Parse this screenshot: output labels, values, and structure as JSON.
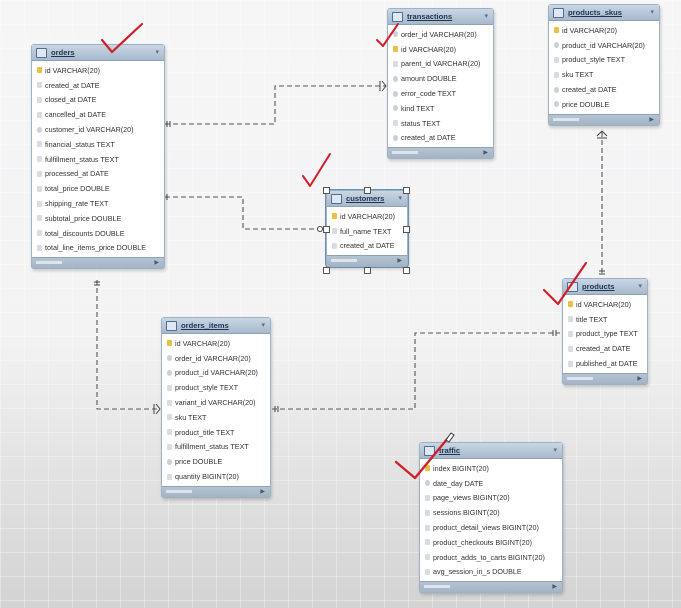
{
  "diagram": {
    "type": "er-diagram",
    "colors": {
      "header_bg": "#a7b9cc",
      "border": "#9fb1c4",
      "link": "#555555",
      "checkmark": "#d0202a",
      "pk_key": "#e7c244"
    },
    "tables": {
      "orders": {
        "name": "orders",
        "columns": [
          "id VARCHAR(20)",
          "created_at DATE",
          "closed_at DATE",
          "cancelled_at DATE",
          "customer_id VARCHAR(20)",
          "financial_status TEXT",
          "fulfillment_status TEXT",
          "processed_at DATE",
          "total_price DOUBLE",
          "shipping_rate TEXT",
          "subtotal_price DOUBLE",
          "total_discounts DOUBLE",
          "total_line_items_price DOUBLE"
        ]
      },
      "transactions": {
        "name": "transactions",
        "columns": [
          "order_id VARCHAR(20)",
          "id VARCHAR(20)",
          "parent_id VARCHAR(20)",
          "amount DOUBLE",
          "error_code TEXT",
          "kind TEXT",
          "status TEXT",
          "created_at DATE"
        ]
      },
      "products_skus": {
        "name": "products_skus",
        "columns": [
          "id VARCHAR(20)",
          "product_id VARCHAR(20)",
          "product_style TEXT",
          "sku TEXT",
          "created_at DATE",
          "price DOUBLE"
        ]
      },
      "customers": {
        "name": "customers",
        "columns": [
          "id VARCHAR(20)",
          "full_name TEXT",
          "created_at DATE"
        ]
      },
      "products": {
        "name": "products",
        "columns": [
          "id VARCHAR(20)",
          "title TEXT",
          "product_type TEXT",
          "created_at DATE",
          "published_at DATE"
        ]
      },
      "orders_items": {
        "name": "orders_items",
        "columns": [
          "id VARCHAR(20)",
          "order_id VARCHAR(20)",
          "product_id VARCHAR(20)",
          "product_style TEXT",
          "variant_id VARCHAR(20)",
          "sku TEXT",
          "product_title TEXT",
          "fulfillment_status TEXT",
          "price DOUBLE",
          "quantity BIGINT(20)"
        ]
      },
      "traffic": {
        "name": "traffic",
        "columns": [
          "index BIGINT(20)",
          "date_day DATE",
          "page_views BIGINT(20)",
          "sessions BIGINT(20)",
          "product_detail_views BIGINT(20)",
          "product_checkouts BIGINT(20)",
          "product_adds_to_carts BIGINT(20)",
          "avg_session_in_s DOUBLE"
        ]
      }
    },
    "relationships": [
      {
        "from": "orders",
        "to": "transactions"
      },
      {
        "from": "orders",
        "to": "customers"
      },
      {
        "from": "orders",
        "to": "orders_items"
      },
      {
        "from": "orders_items",
        "to": "products"
      },
      {
        "from": "products",
        "to": "products_skus"
      }
    ],
    "annotations": {
      "checkmarks_on": [
        "orders",
        "transactions",
        "customers",
        "products",
        "traffic"
      ]
    }
  }
}
